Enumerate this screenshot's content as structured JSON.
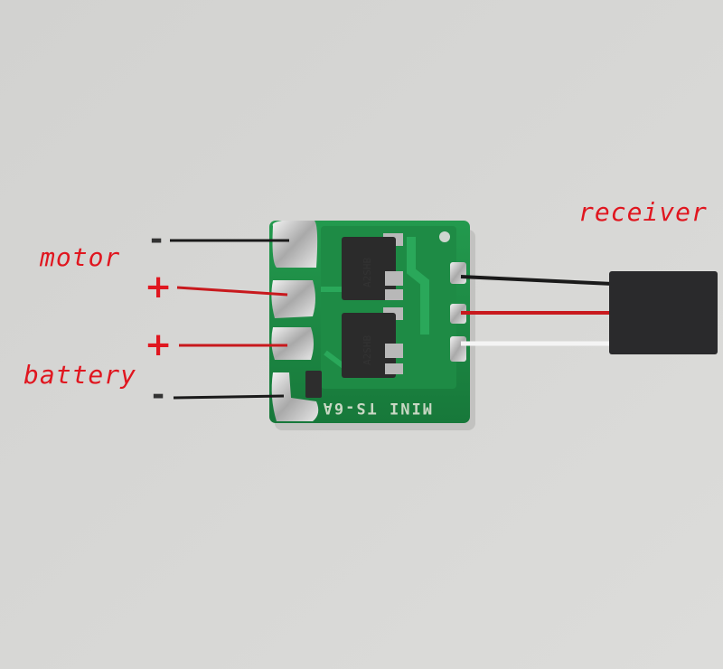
{
  "annotations": {
    "motor_label": "motor",
    "battery_label": "battery",
    "receiver_label": "receiver",
    "signs": [
      "-",
      "+",
      "+",
      "-"
    ]
  },
  "board": {
    "silkscreen": "MINI TS-6A",
    "chip_marking_top": "A2SHB",
    "chip_marking_bottom": "A2SHB"
  },
  "colors": {
    "label_red": "#e0161f",
    "wire_red": "#c8191d",
    "wire_black": "#1a1a1a",
    "wire_white": "#f4f4f4",
    "pcb_green": "#1f8a45",
    "background": "#d6d6d4"
  }
}
